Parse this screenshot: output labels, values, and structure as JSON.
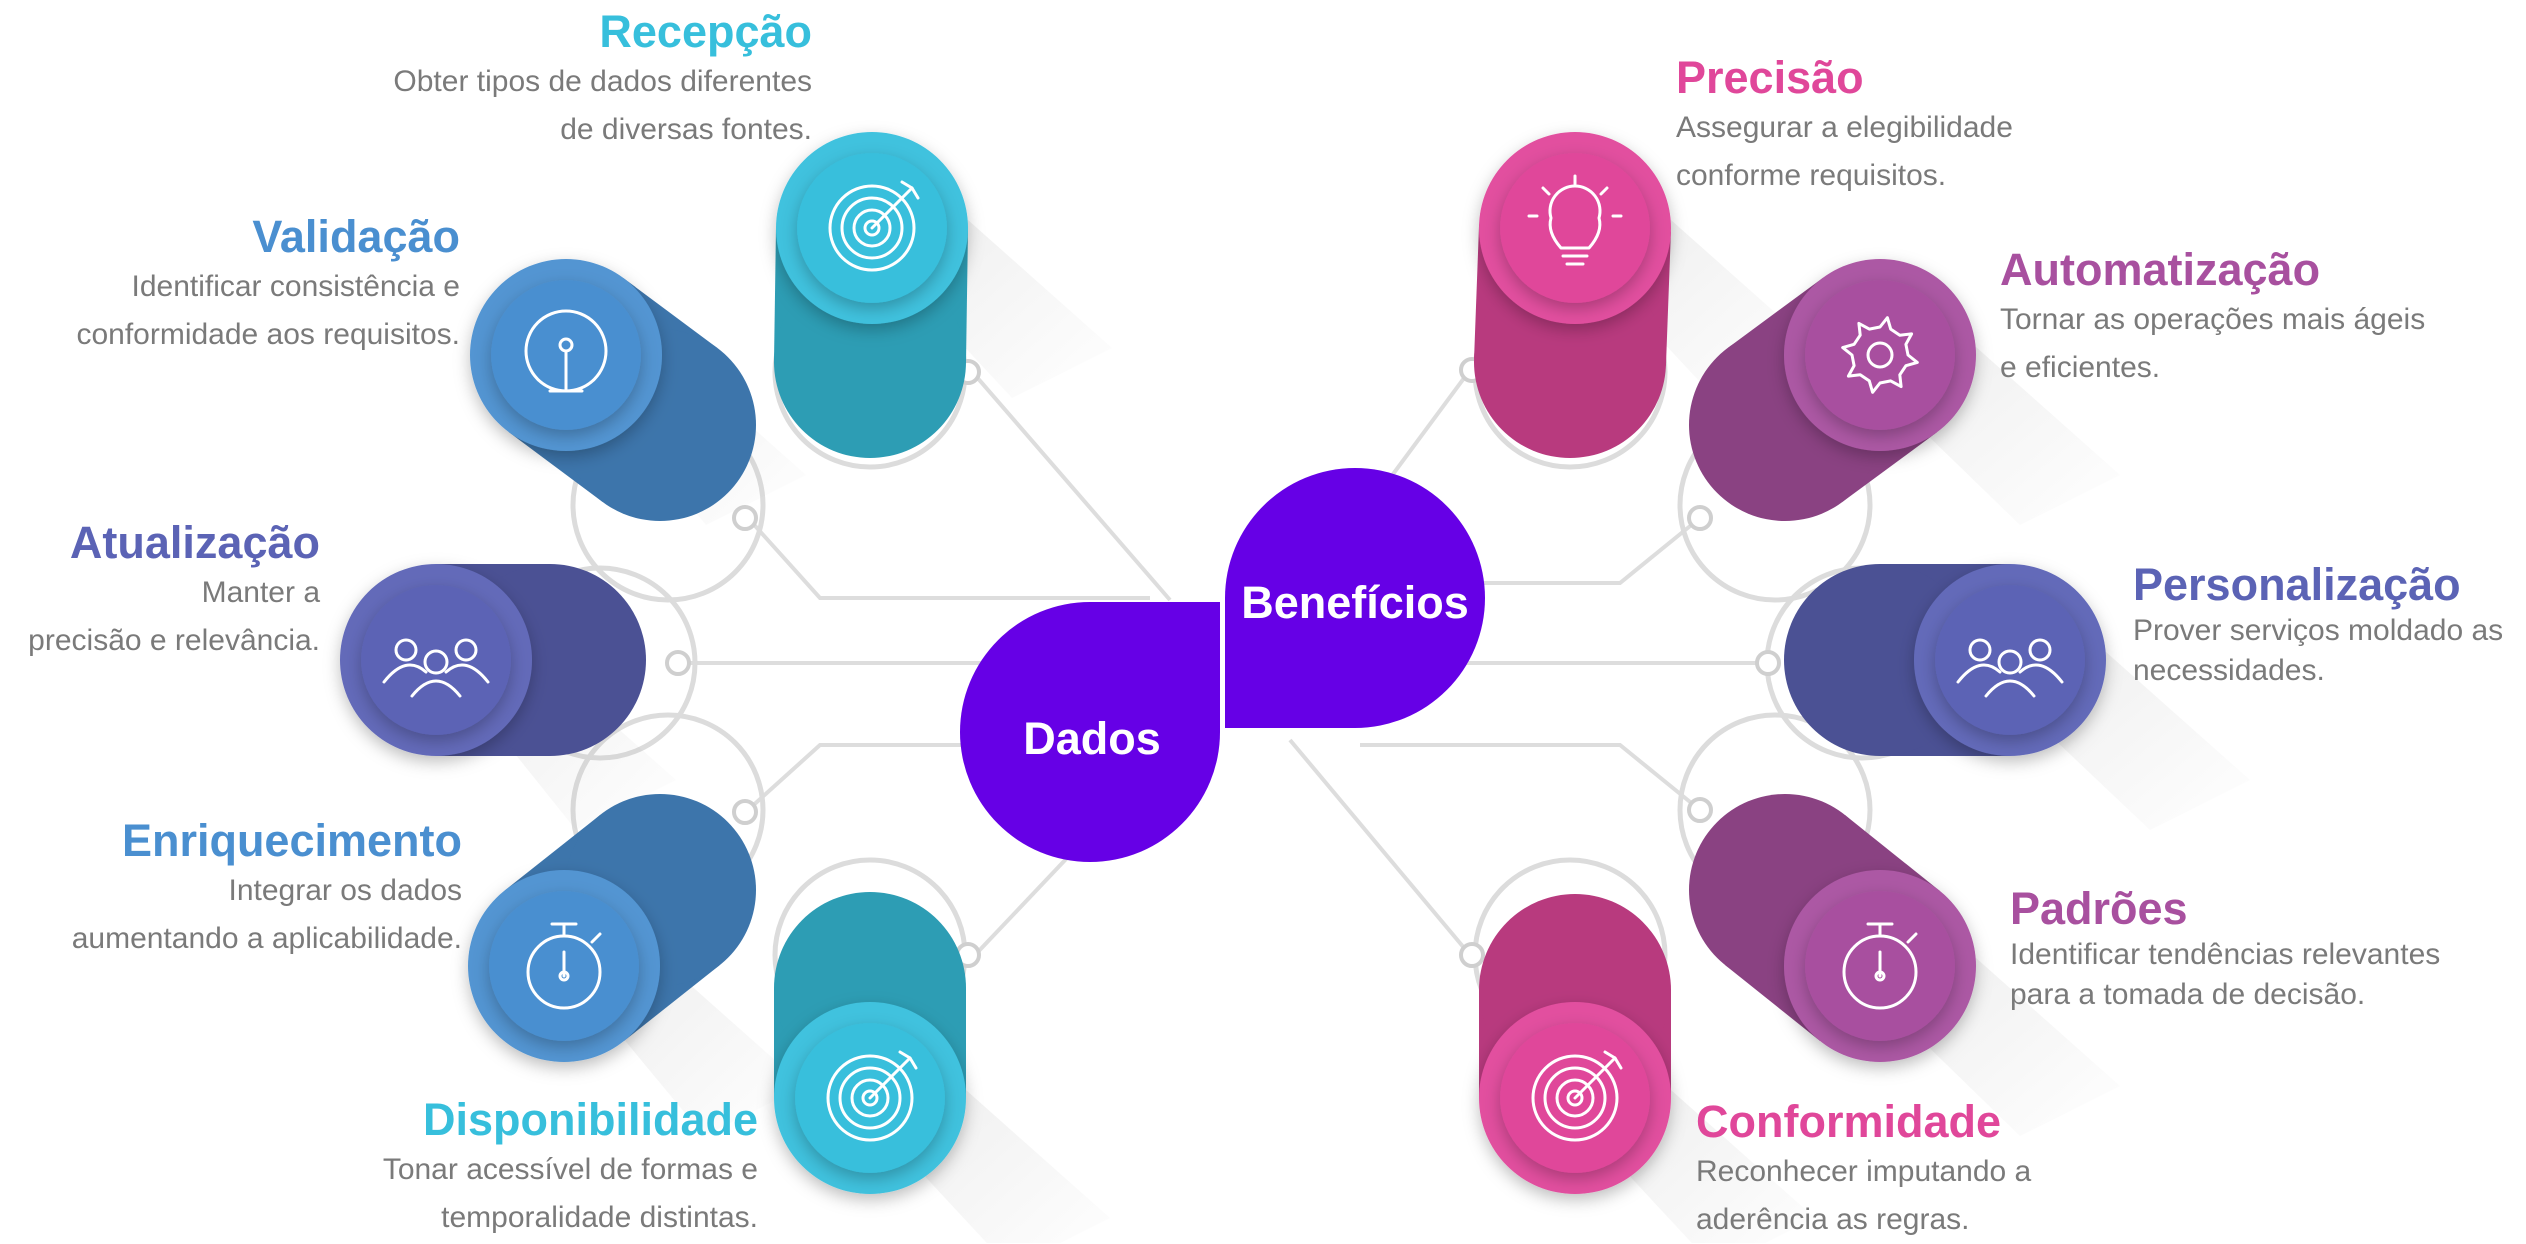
{
  "hub": {
    "left_label": "Dados",
    "right_label": "Benefícios",
    "color": "#6600e6"
  },
  "left_items": [
    {
      "title": "Recepção",
      "lines": [
        "Obter tipos de dados diferentes",
        "de diversas fontes."
      ],
      "color": "#37bfdc",
      "icon": "target-icon"
    },
    {
      "title": "Validação",
      "lines": [
        "Identificar consistência e",
        "conformidade aos requisitos."
      ],
      "color": "#4a8fd0",
      "icon": "pin-icon"
    },
    {
      "title": "Atualização",
      "lines": [
        "Manter a",
        "precisão e relevância."
      ],
      "color": "#5b63b5",
      "icon": "people-icon"
    },
    {
      "title": "Enriquecimento",
      "lines": [
        "Integrar os dados",
        "aumentando a aplicabilidade."
      ],
      "color": "#4a8fd0",
      "icon": "stopwatch-icon"
    },
    {
      "title": "Disponibilidade",
      "lines": [
        "Tonar acessível de formas e",
        "temporalidade distintas."
      ],
      "color": "#37bfdc",
      "icon": "target-icon"
    }
  ],
  "right_items": [
    {
      "title": "Precisão",
      "lines": [
        "Assegurar a elegibilidade",
        "conforme requisitos."
      ],
      "color": "#e0479a",
      "icon": "lightbulb-icon"
    },
    {
      "title": "Automatização",
      "lines": [
        "Tornar as operações mais ágeis",
        "e eficientes."
      ],
      "color": "#a8509f",
      "icon": "gear-icon"
    },
    {
      "title": "Personalização",
      "lines": [
        "Prover serviços moldado as",
        "necessidades."
      ],
      "color": "#5b63b5",
      "icon": "people-icon"
    },
    {
      "title": "Padrões",
      "lines": [
        "Identificar tendências relevantes",
        "para a tomada de decisão."
      ],
      "color": "#a8509f",
      "icon": "stopwatch-icon"
    },
    {
      "title": "Conformidade",
      "lines": [
        "Reconhecer imputando a",
        "aderência as regras."
      ],
      "color": "#e0479a",
      "icon": "target-icon"
    }
  ]
}
